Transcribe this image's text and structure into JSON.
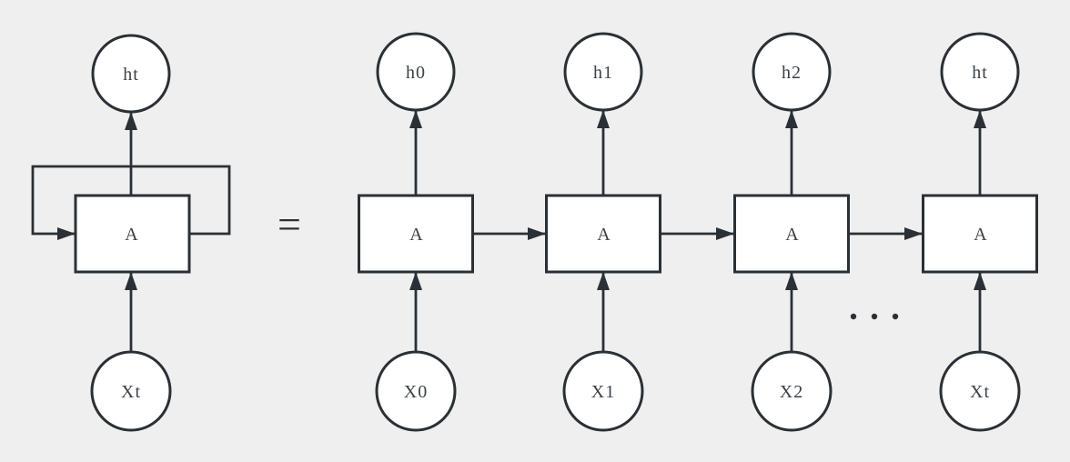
{
  "page": {
    "background": "#efefef"
  },
  "colors": {
    "stroke": "#2b3036",
    "shape_fill": "#ffffff",
    "text": "#3c4147"
  },
  "equals_sign": "=",
  "folded": {
    "output": "ht",
    "cell": "A",
    "input": "Xt"
  },
  "unrolled": [
    {
      "output": "h0",
      "cell": "A",
      "input": "X0"
    },
    {
      "output": "h1",
      "cell": "A",
      "input": "X1"
    },
    {
      "output": "h2",
      "cell": "A",
      "input": "X2"
    },
    {
      "output": "ht",
      "cell": "A",
      "input": "Xt"
    }
  ]
}
